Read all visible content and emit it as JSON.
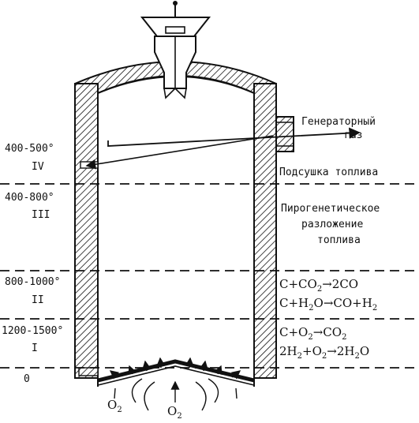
{
  "zones": [
    {
      "temp": "400-500°",
      "roman": "IV",
      "process_lines": [
        "Подсушка топлива"
      ]
    },
    {
      "temp": "400-800°",
      "roman": "III",
      "process_lines": [
        "Пирогенетическое",
        "разложение",
        "топлива"
      ]
    },
    {
      "temp": "800-1000°",
      "roman": "II",
      "reactions": [
        {
          "parts": [
            "C+CO",
            "2",
            "→2CO"
          ]
        },
        {
          "parts": [
            "C+H",
            "2",
            "O→CO+H",
            "2"
          ]
        }
      ]
    },
    {
      "temp": "1200-1500°",
      "roman": "I",
      "reactions": [
        {
          "parts": [
            "C+O",
            "2",
            "→CO",
            "2"
          ]
        },
        {
          "parts": [
            "2H",
            "2",
            "+O",
            "2",
            "→2H",
            "2",
            "O"
          ]
        }
      ]
    },
    {
      "temp": "0",
      "roman": ""
    }
  ],
  "outlet_label": [
    "Генераторный",
    "газ"
  ],
  "air_inlet_labels": [
    {
      "base": "O",
      "sub": "2"
    },
    {
      "base": "O",
      "sub": "2"
    }
  ]
}
